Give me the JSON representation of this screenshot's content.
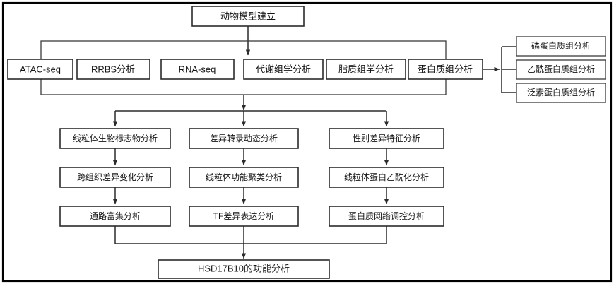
{
  "diagram": {
    "title_node": {
      "id": "animal-model",
      "label": "动物模型建立"
    },
    "omics_row": {
      "label": "omics-platform-row",
      "items": [
        {
          "id": "atac-seq",
          "label": "ATAC-seq"
        },
        {
          "id": "rrbs",
          "label": "RRBS分析"
        },
        {
          "id": "rna-seq",
          "label": "RNA-seq"
        },
        {
          "id": "metabolomics",
          "label": "代谢组学分析"
        },
        {
          "id": "lipidomics",
          "label": "脂质组学分析"
        },
        {
          "id": "proteomics",
          "label": "蛋白质组分析"
        }
      ]
    },
    "ptm_branch": {
      "label": "ptm-proteomics-branch",
      "items": [
        {
          "id": "phospho",
          "label": "磷蛋白质组分析"
        },
        {
          "id": "acetyl",
          "label": "乙酰蛋白质组分析"
        },
        {
          "id": "ubiquitin",
          "label": "泛素蛋白质组分析"
        }
      ]
    },
    "analysis_columns": [
      {
        "id": "column-1",
        "steps": [
          {
            "id": "mito-biomarker",
            "label": "线粒体生物标志物分析"
          },
          {
            "id": "cross-tissue",
            "label": "跨组织差异变化分析"
          },
          {
            "id": "pathway-enrichment",
            "label": "通路富集分析"
          }
        ]
      },
      {
        "id": "column-2",
        "steps": [
          {
            "id": "diff-transcription",
            "label": "差异转录动态分析"
          },
          {
            "id": "mito-function-cluster",
            "label": "线粒体功能聚类分析"
          },
          {
            "id": "tf-diff-expression",
            "label": "TF差异表达分析"
          }
        ]
      },
      {
        "id": "column-3",
        "steps": [
          {
            "id": "sex-difference",
            "label": "性别差异特征分析"
          },
          {
            "id": "mito-protein-acetylation",
            "label": "线粒体蛋白乙酰化分析"
          },
          {
            "id": "protein-network",
            "label": "蛋白质网络调控分析"
          }
        ]
      }
    ],
    "result_node": {
      "id": "hsd17b10",
      "label": "HSD17B10的功能分析"
    },
    "colors": {
      "background": "#ffffff",
      "node_border": "#2b2b2b",
      "frame_border": "#000000",
      "connector": "#2b2b2b",
      "text": "#141414"
    }
  }
}
